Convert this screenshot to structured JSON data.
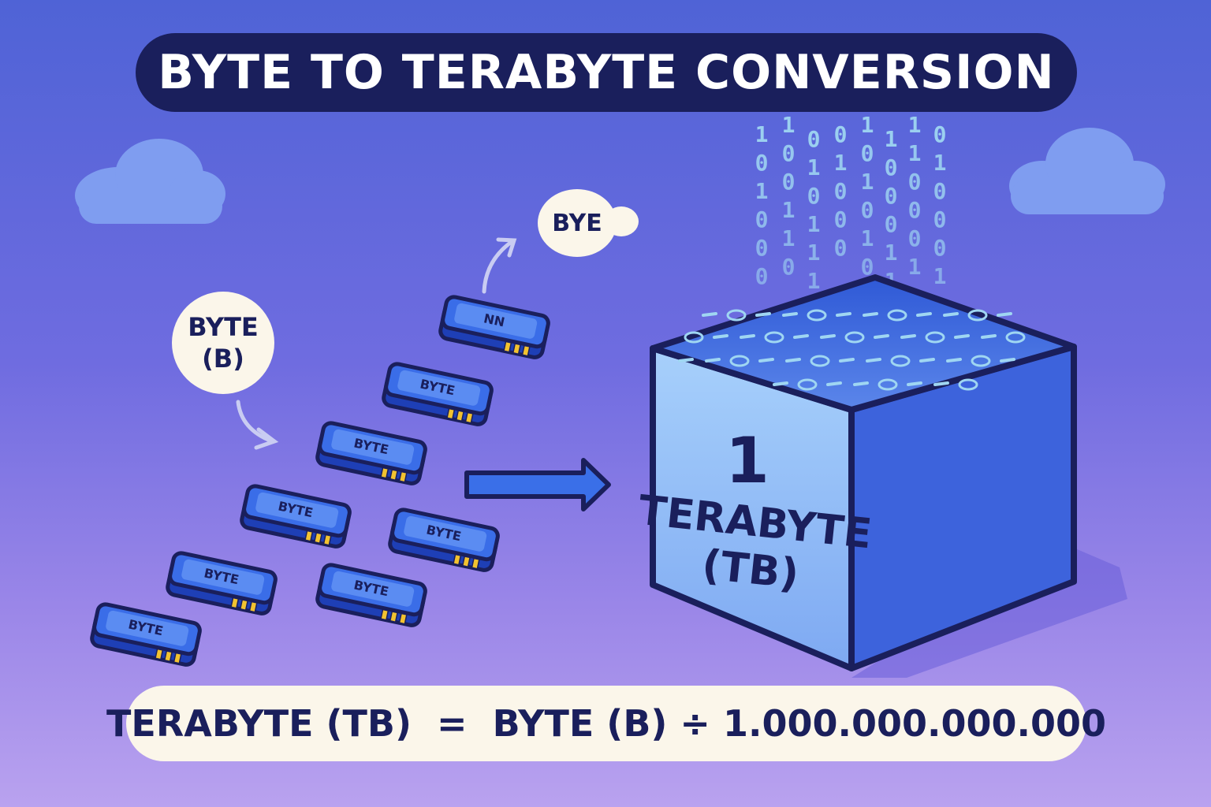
{
  "title": "BYTE TO TERABYTE CONVERSION",
  "bubbles": {
    "byte_line1": "BYTE",
    "byte_line2": "(B)",
    "bye": "BYE"
  },
  "chips": {
    "label": "BYTE",
    "top_chip_label": "NN"
  },
  "cube": {
    "number": "1",
    "unit": "TERABYTE",
    "abbr": "(TB)"
  },
  "binary_columns": [
    [
      "1",
      "0",
      "1",
      "0",
      "0",
      "0"
    ],
    [
      "1",
      "0",
      "0",
      "1",
      "1",
      "0"
    ],
    [
      "0",
      "1",
      "0",
      "1",
      "1",
      "1"
    ],
    [
      "0",
      "1",
      "0",
      "0",
      "0"
    ],
    [
      "1",
      "0",
      "1",
      "0",
      "1",
      "0"
    ],
    [
      "1",
      "0",
      "0",
      "0",
      "1",
      "1"
    ],
    [
      "1",
      "1",
      "0",
      "0",
      "0",
      "1"
    ],
    [
      "0",
      "1",
      "0",
      "0",
      "0",
      "1"
    ]
  ],
  "formula": {
    "left": "TERABYTE (TB)",
    "equals": "=",
    "right": "BYTE (B) ÷ 1.000.000.000.000"
  },
  "colors": {
    "navy": "#1a1f5c",
    "chip_blue": "#2f52d8",
    "cube_front": "#8fc0f8",
    "cube_side": "#3d63dc",
    "cream": "#fbf6ea",
    "cloud": "#7f9df0"
  }
}
